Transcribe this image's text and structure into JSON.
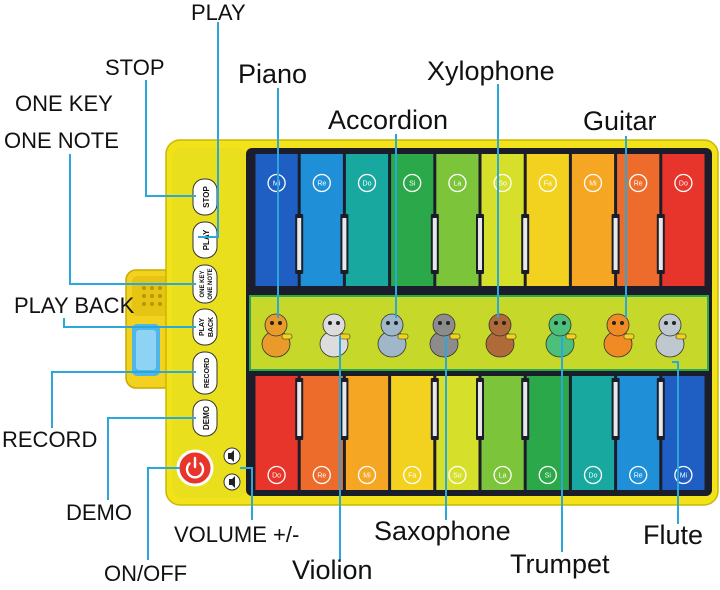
{
  "callouts": {
    "play": "PLAY",
    "stop": "STOP",
    "one_key": "ONE KEY",
    "one_note": "ONE NOTE",
    "play_back": "PLAY BACK",
    "record": "RECORD",
    "demo": "DEMO",
    "on_off": "ON/OFF",
    "volume": "VOLUME +/-",
    "piano": "Piano",
    "accordion": "Accordion",
    "xylophone": "Xylophone",
    "guitar": "Guitar",
    "violion": "Violion",
    "saxophone": "Saxophone",
    "trumpet": "Trumpet",
    "flute": "Flute"
  },
  "buttons": {
    "stop": "STOP",
    "play": "PLAY",
    "one_key_1": "ONE KEY",
    "one_key_2": "ONE NOTE",
    "play_back_1": "PLAY",
    "play_back_2": "BACK",
    "record": "RECORD",
    "demo": "DEMO"
  },
  "top_keys": {
    "labels": [
      "Mi",
      "Re",
      "Do",
      "Si",
      "La",
      "So",
      "Fa",
      "Mi",
      "Re",
      "Do"
    ],
    "colors": [
      "#1f5fc4",
      "#1f8fd8",
      "#18a8a0",
      "#2aa84a",
      "#7cc43a",
      "#d6e02a",
      "#f2d21e",
      "#f5a623",
      "#ee6c2b",
      "#e8352b"
    ]
  },
  "bottom_keys": {
    "labels": [
      "Do",
      "Re",
      "Mi",
      "Fa",
      "So",
      "La",
      "Si",
      "Do",
      "Re",
      "Mi"
    ],
    "colors": [
      "#e8352b",
      "#ee6c2b",
      "#f5a623",
      "#f2d21e",
      "#d6e02a",
      "#7cc43a",
      "#2aa84a",
      "#18a8a0",
      "#1f8fd8",
      "#1f5fc4"
    ]
  },
  "colors": {
    "mat_yellow": "#f2e21a",
    "mat_green": "#c6d82a",
    "mat_dark": "#1b1d2a",
    "leader_line": "#2aa8dc",
    "power_red": "#e8352b"
  }
}
